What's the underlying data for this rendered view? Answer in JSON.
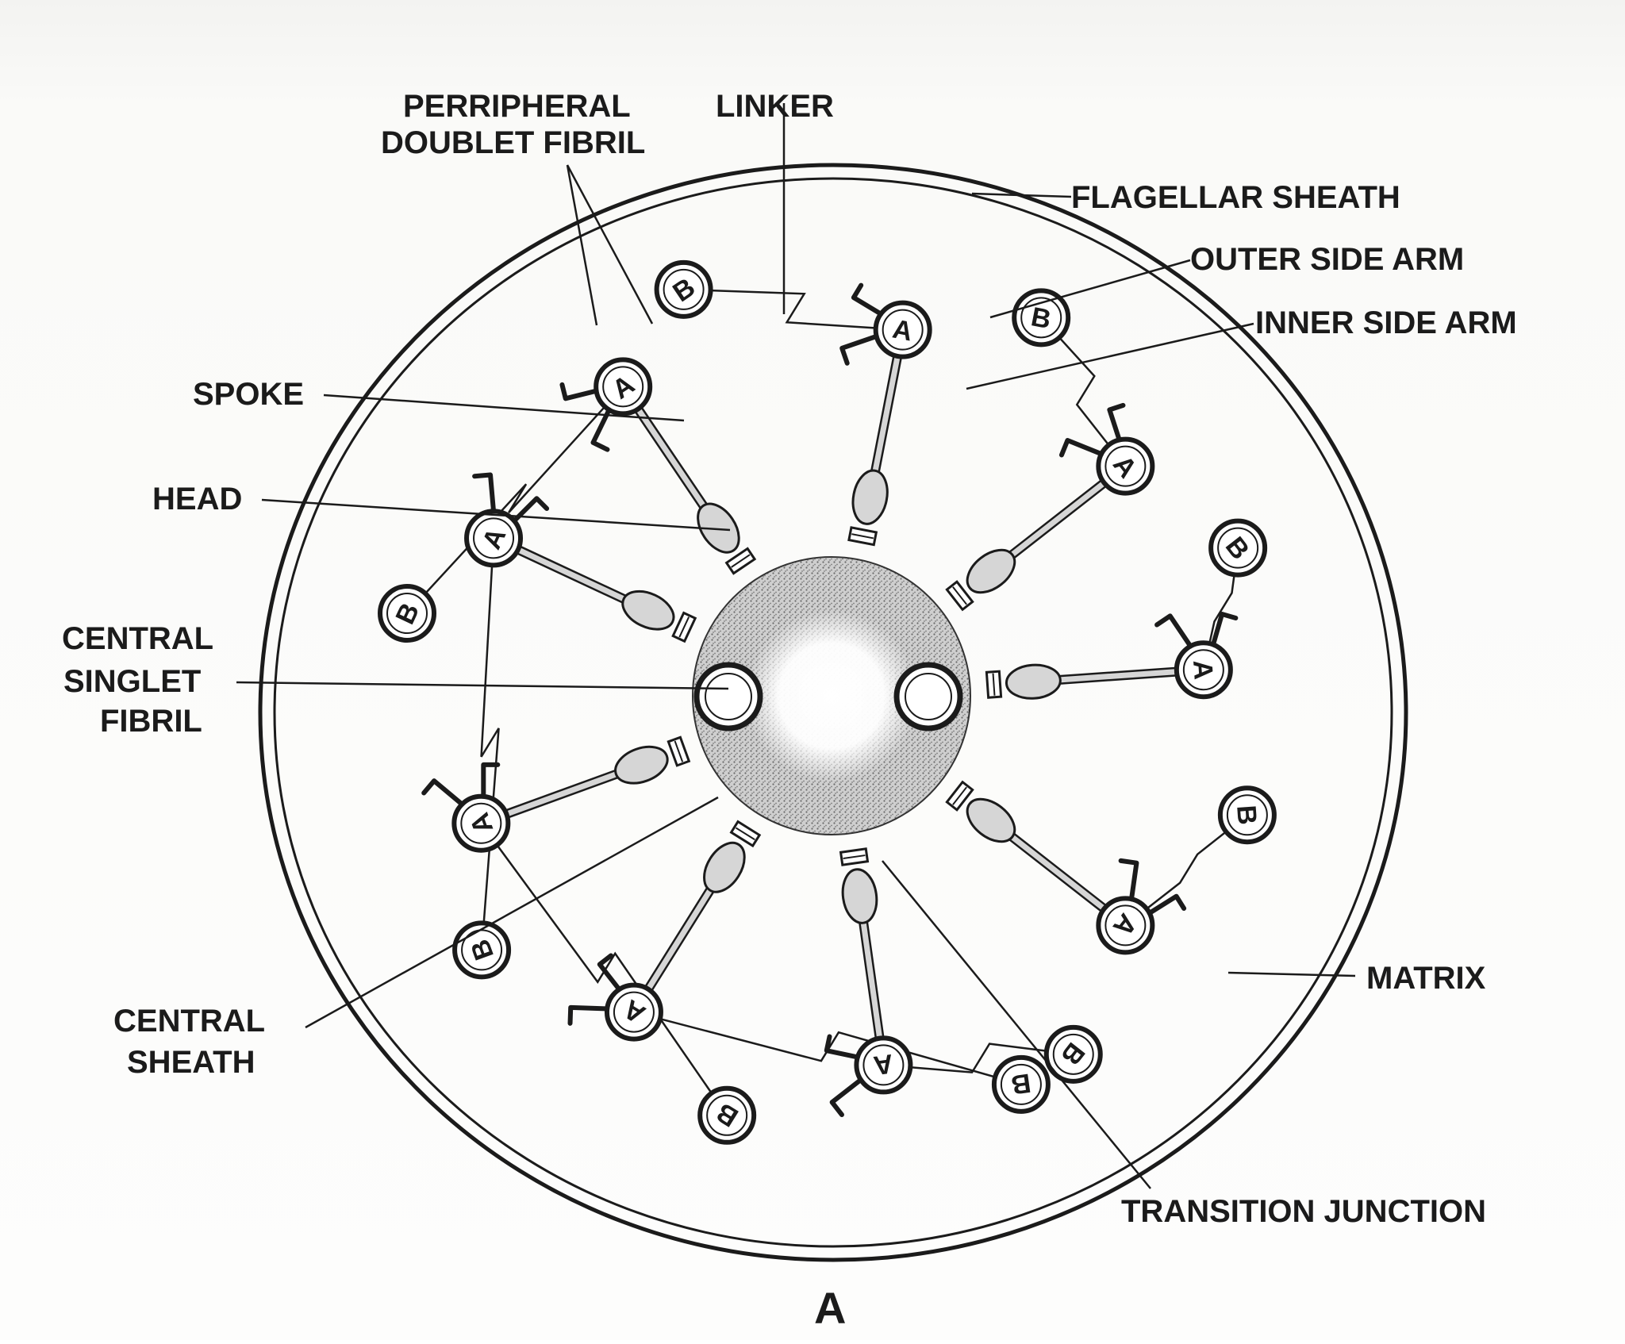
{
  "figure": {
    "panel_label": "A",
    "ink_color": "#1b1b1b",
    "background_color": "#fdfdfc",
    "matrix_stipple_color": "#6a6a6a"
  },
  "labels": {
    "peripheral_doublet_fibril_line1": "PERRIPHERAL",
    "peripheral_doublet_fibril_line2": "DOUBLET FIBRIL",
    "linker": "LINKER",
    "flagellar_sheath": "FLAGELLAR SHEATH",
    "outer_side_arm": "OUTER SIDE ARM",
    "inner_side_arm": "INNER SIDE ARM",
    "spoke": "SPOKE",
    "head": "HEAD",
    "central_singlet_fibril_line1": "CENTRAL",
    "central_singlet_fibril_line2": "SINGLET",
    "central_singlet_fibril_line3": "FIBRIL",
    "central_sheath_line1": "CENTRAL",
    "central_sheath_line2": "SHEATH",
    "matrix": "MATRIX",
    "transition_junction": "TRANSITION JUNCTION"
  },
  "doublets": [
    {
      "a_label": "A",
      "b_label": "B"
    },
    {
      "a_label": "A",
      "b_label": "B"
    },
    {
      "a_label": "A",
      "b_label": "B"
    },
    {
      "a_label": "A",
      "b_label": "B"
    },
    {
      "a_label": "A",
      "b_label": "B"
    },
    {
      "a_label": "A",
      "b_label": "B"
    },
    {
      "a_label": "A",
      "b_label": "B"
    },
    {
      "a_label": "A",
      "b_label": "B"
    },
    {
      "a_label": "A",
      "b_label": "B"
    }
  ]
}
